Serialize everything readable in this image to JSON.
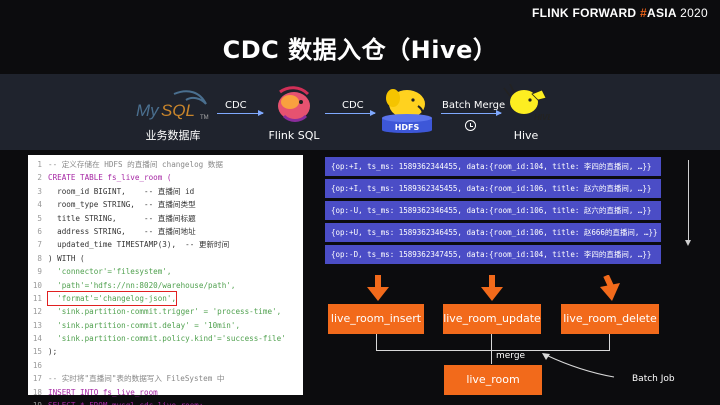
{
  "brand": {
    "flink": "FLINK FORWARD",
    "hash": "#",
    "asia": "ASIA",
    "year": "2020"
  },
  "title": "CDC 数据入仓（Hive）",
  "pipeline": {
    "nodes": [
      {
        "icon": "mysql-logo-icon",
        "label": "业务数据库"
      },
      {
        "icon": "flink-logo-icon",
        "label": "Flink SQL"
      },
      {
        "icon": "hdfs-logo-icon",
        "badge": "HDFS",
        "label": ""
      },
      {
        "icon": "hive-logo-icon",
        "label": "Hive"
      }
    ],
    "arrow_labels": [
      "CDC",
      "CDC",
      "Batch Merge"
    ]
  },
  "code": {
    "lines": [
      {
        "no": "1",
        "t": "-- 定义存储在 HDFS 的直播间 changelog 数据",
        "cls": "cm"
      },
      {
        "no": "2",
        "t": "CREATE TABLE fs_live_room (",
        "cls": "kw"
      },
      {
        "no": "3",
        "t": "  room_id BIGINT,    -- 直播间 id",
        "cls": ""
      },
      {
        "no": "4",
        "t": "  room_type STRING,  -- 直播间类型",
        "cls": ""
      },
      {
        "no": "5",
        "t": "  title STRING,      -- 直播间标题",
        "cls": ""
      },
      {
        "no": "6",
        "t": "  address STRING,    -- 直播间地址",
        "cls": ""
      },
      {
        "no": "7",
        "t": "  updated_time TIMESTAMP(3),  -- 更新时间",
        "cls": ""
      },
      {
        "no": "8",
        "t": ") WITH (",
        "cls": ""
      },
      {
        "no": "9",
        "t": "  'connector'='filesystem',",
        "cls": "str"
      },
      {
        "no": "10",
        "t": "  'path'='hdfs://nn:8020/warehouse/path',",
        "cls": "str"
      },
      {
        "no": "11",
        "t": "  'format'='changelog-json',",
        "cls": "str hl"
      },
      {
        "no": "12",
        "t": "  'sink.partition-commit.trigger' = 'process-time',",
        "cls": "str"
      },
      {
        "no": "13",
        "t": "  'sink.partition-commit.delay' = '10min',",
        "cls": "str"
      },
      {
        "no": "14",
        "t": "  'sink.partition-commit.policy.kind'='success-file'",
        "cls": "str"
      },
      {
        "no": "15",
        "t": ");",
        "cls": ""
      },
      {
        "no": "16",
        "t": "",
        "cls": ""
      },
      {
        "no": "17",
        "t": "-- 实时将\"直播间\"表的数据写入 FileSystem 中",
        "cls": "cm"
      },
      {
        "no": "18",
        "t": "INSERT INTO fs_live_room",
        "cls": "kw"
      },
      {
        "no": "19",
        "t": "SELECT * FROM mysql_cdc_live_room;",
        "cls": "kw"
      }
    ]
  },
  "messages": [
    "{op:+I, ts_ms: 1589362344455, data:{room_id:104, title: 李四的直播间, …}}",
    "{op:+I, ts_ms: 1589362345455, data:{room_id:106, title: 赵六的直播间, …}}",
    "{op:-U, ts_ms: 1589362346455, data:{room_id:106, title: 赵六的直播间, …}}",
    "{op:+U, ts_ms: 1589362346455, data:{room_id:106, title: 赵666的直播间, …}}",
    "{op:-D, ts_ms: 1589362347455, data:{room_id:104, title: 李四的直播间, …}}"
  ],
  "tables": {
    "insert": "live_room_insert",
    "update": "live_room_update",
    "delete": "live_room_delete",
    "result": "live_room",
    "merge": "merge",
    "batch_job": "Batch Job"
  },
  "colors": {
    "accent": "#f26a1b",
    "message_bg": "#4b4dc6",
    "arrow": "#7fa9ff"
  }
}
